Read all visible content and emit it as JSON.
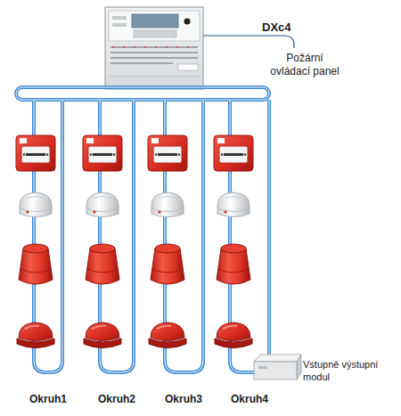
{
  "diagram": {
    "labels": [
      "DXc4",
      "Požární ovládací panel",
      "Okruh1",
      "Okruh2",
      "Okruh3",
      "Okruh4",
      "Vstupně výstupní modul"
    ]
  }
}
